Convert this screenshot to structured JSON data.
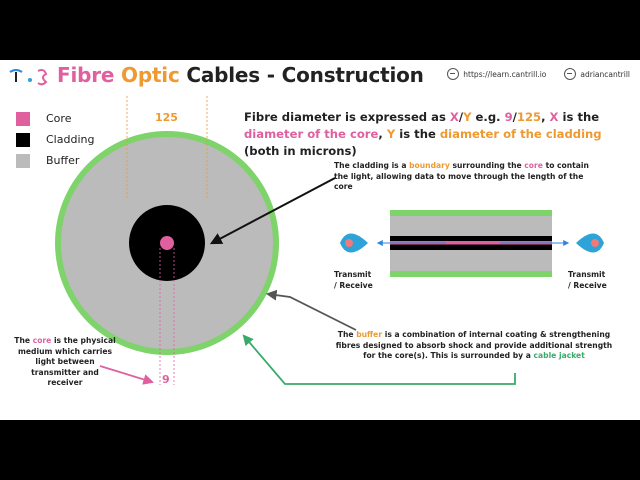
{
  "header": {
    "title_part1": "Fibre",
    "title_part2": "Optic",
    "title_part3": "Cables - Construction",
    "link_site": "https://learn.cantrill.io",
    "link_user": "adriancantrill"
  },
  "legend": [
    {
      "label": "Core",
      "color": "#e0609f"
    },
    {
      "label": "Cladding",
      "color": "#000000"
    },
    {
      "label": "Buffer",
      "color": "#bbbbbb"
    }
  ],
  "dimension_125": "125",
  "dimension_9": "9",
  "intro": {
    "t1": "Fibre diameter is expressed as ",
    "x": "X",
    "slash": "/",
    "y": "Y",
    "t2": " e.g. ",
    "eg9": "9",
    "slash2": "/",
    "eg125": "125",
    "t3": ", ",
    "x2": "X",
    "t4": " is the ",
    "core_diam": "diameter of the core",
    "t5": ", ",
    "y2": "Y",
    "t6": " is the ",
    "clad_diam": "diameter of the cladding",
    "t7": " (both in microns)"
  },
  "note_cladding": {
    "t1": "The cladding is a ",
    "boundary": "boundary",
    "t2": " surrounding the ",
    "core": "core",
    "t3": " to contain the light, allowing data to move through the length of the core"
  },
  "note_buffer": {
    "t1": "The ",
    "buffer": "buffer",
    "t2": " is a combination of internal coating & strengthening fibres designed to absorb shock and provide additional strength for the core(s). This is surrounded by a ",
    "jacket": "cable jacket"
  },
  "note_core": {
    "t1": "The ",
    "core": "core",
    "t2": " is the physical medium which carries light between transmitter and receiver"
  },
  "transmit_left": {
    "line1": "Transmit",
    "line2": "/ Receive"
  },
  "transmit_right": {
    "line1": "Transmit",
    "line2": "/ Receive"
  },
  "colors": {
    "core": "#e0609f",
    "cladding": "#000000",
    "buffer": "#bbbbbb",
    "jacket": "#7ed36a",
    "accent_orange": "#ef9a30",
    "accent_green": "#3aaa6a",
    "arrow_blue": "#2e86de",
    "transceiver": "#2ea3d8"
  }
}
